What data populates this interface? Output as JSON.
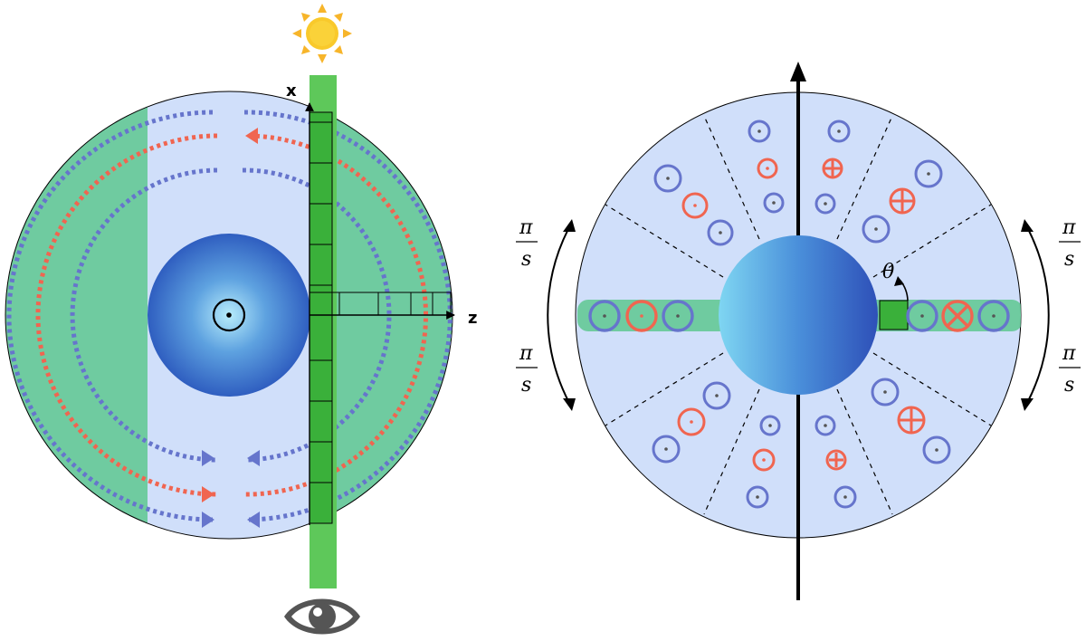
{
  "left_panel": {
    "axis_x_label": "x",
    "axis_z_label": "z",
    "icons": [
      "sun-icon",
      "eye-icon",
      "dot-circle-icon"
    ]
  },
  "right_panel": {
    "angle_label": "θ",
    "fraction_top_left": {
      "num": "π",
      "den": "s"
    },
    "fraction_bottom_left": {
      "num": "π",
      "den": "s"
    },
    "fraction_top_right": {
      "num": "π",
      "den": "s"
    },
    "fraction_bottom_right": {
      "num": "π",
      "den": "s"
    }
  },
  "colors": {
    "disk_fill": "#d0dffa",
    "green_zone": "#6fcba0",
    "slit_green": "#5ec85a",
    "dark_green": "#3ab03a",
    "blue_stream": "#6675cc",
    "red_stream": "#f06550",
    "sun": "#f7c52a",
    "eye": "#555555"
  }
}
